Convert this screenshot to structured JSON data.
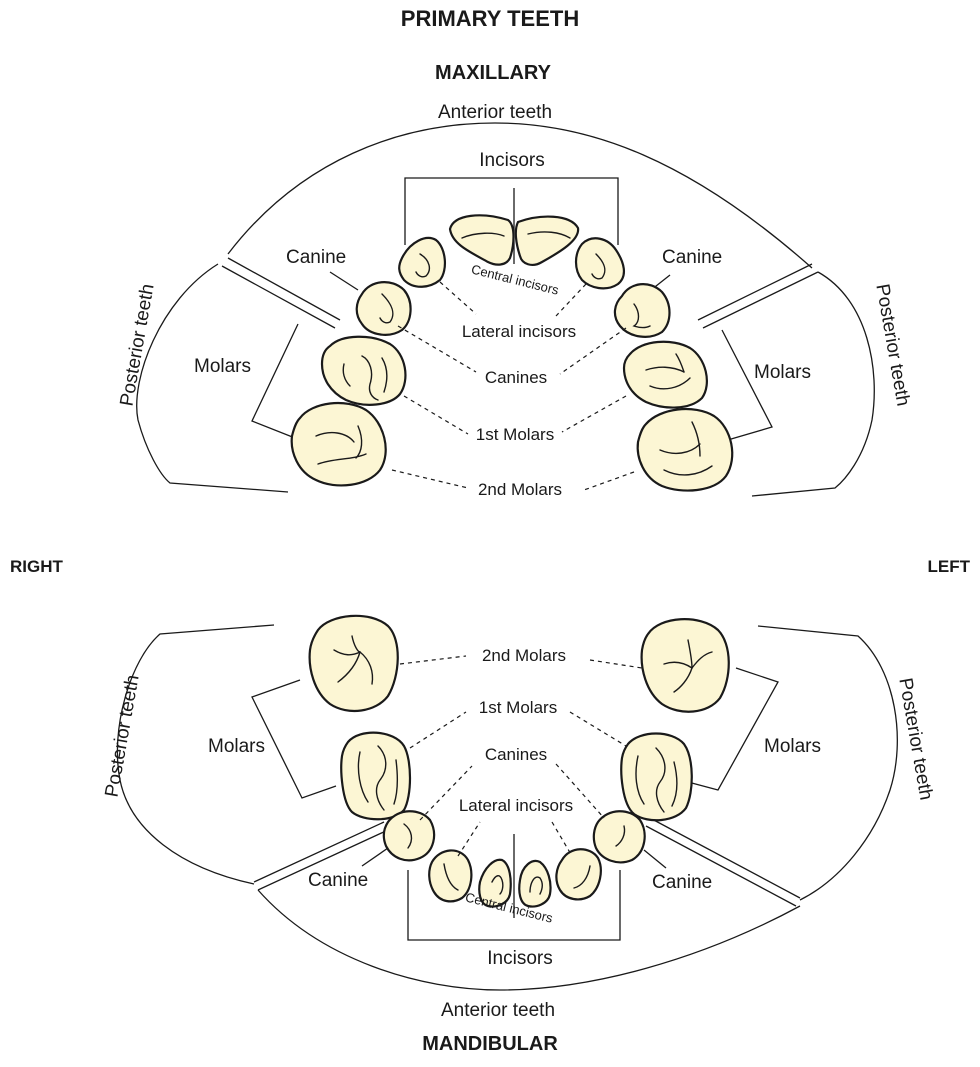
{
  "title": "PRIMARY TEETH",
  "side_right": "RIGHT",
  "side_left": "LEFT",
  "maxillary": {
    "heading": "MAXILLARY",
    "anterior_teeth": "Anterior teeth",
    "posterior_teeth_right": "Posterior teeth",
    "posterior_teeth_left": "Posterior teeth",
    "incisors": "Incisors",
    "canine_right": "Canine",
    "canine_left": "Canine",
    "molars_right": "Molars",
    "molars_left": "Molars",
    "central_incisors": "Central incisors",
    "lateral_incisors": "Lateral incisors",
    "canines": "Canines",
    "first_molars": "1st Molars",
    "second_molars": "2nd Molars"
  },
  "mandibular": {
    "heading": "MANDIBULAR",
    "anterior_teeth": "Anterior teeth",
    "posterior_teeth_right": "Posterior teeth",
    "posterior_teeth_left": "Posterior teeth",
    "incisors": "Incisors",
    "canine_right": "Canine",
    "canine_left": "Canine",
    "molars_right": "Molars",
    "molars_left": "Molars",
    "central_incisors": "Central incisors",
    "lateral_incisors": "Lateral incisors",
    "canines": "Canines",
    "first_molars": "1st Molars",
    "second_molars": "2nd Molars"
  },
  "colors": {
    "tooth_fill": "#fcf6d4",
    "outline": "#1a1a1a",
    "background": "#ffffff"
  }
}
